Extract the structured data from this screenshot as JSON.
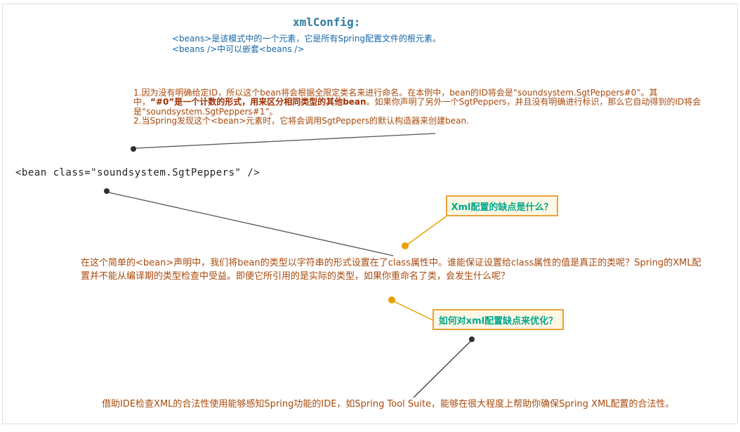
{
  "title": "xmlConfig:",
  "beans_note": {
    "line1": "<beans>是该模式中的一个元素，它是所有Spring配置文件的根元素。",
    "line2": "<beans />中可以嵌套<beans />"
  },
  "bean_naming_note": {
    "line1": "1.因为没有明确给定ID，所以这个bean将会根据全限定类名来进行命名。在本例中，bean的ID将会是“soundsystem.SgtPeppers#0”。其",
    "line2_pre": "中，",
    "line2_bold": "“#0”是一个计数的形式，用来区分相同类型的其他bean",
    "line2_post": "。如果你声明了另外一个SgtPeppers，并且没有明确进行标识，那么它自动得到的ID将会",
    "line3": "是“soundsystem.SgtPeppers#1”。",
    "line4": "2.当Spring发现这个<bean>元素时，它将会调用SgtPeppers的默认构造器来创建bean."
  },
  "code_snippet": "<bean class=\"soundsystem.SgtPeppers\" />",
  "callouts": {
    "xml_disadvantage": "Xml配置的缺点是什么？",
    "xml_optimize": "如何对xml配置缺点来优化？"
  },
  "class_attr_note": {
    "line1": "在这个简单的<bean>声明中，我们将bean的类型以字符串的形式设置在了class属性中。谁能保证设置给class属性的值是真正的类呢？Spring的XML配",
    "line2": "置并不能从编译期的类型检查中受益。即便它所引用的是实际的类型，如果你重命名了类，会发生什么呢？"
  },
  "ide_note": "借助IDE检查XML的合法性使用能够感知Spring功能的IDE，如Spring Tool Suite，能够在很大程度上帮助你确保Spring XML配置的合法性。",
  "colors": {
    "title_text": "#2d7ca0",
    "blue_text": "#1667a8",
    "brown_text": "#a8490b",
    "brown_bold_text": "#9c2f00",
    "callout_border": "#e9a23b",
    "callout_bg": "#fdf7e3",
    "callout_text": "#00a88e",
    "orange_connector": "#e8a000",
    "dark_connector": "#3a3a3a",
    "frame_border": "#dcdcdc"
  }
}
